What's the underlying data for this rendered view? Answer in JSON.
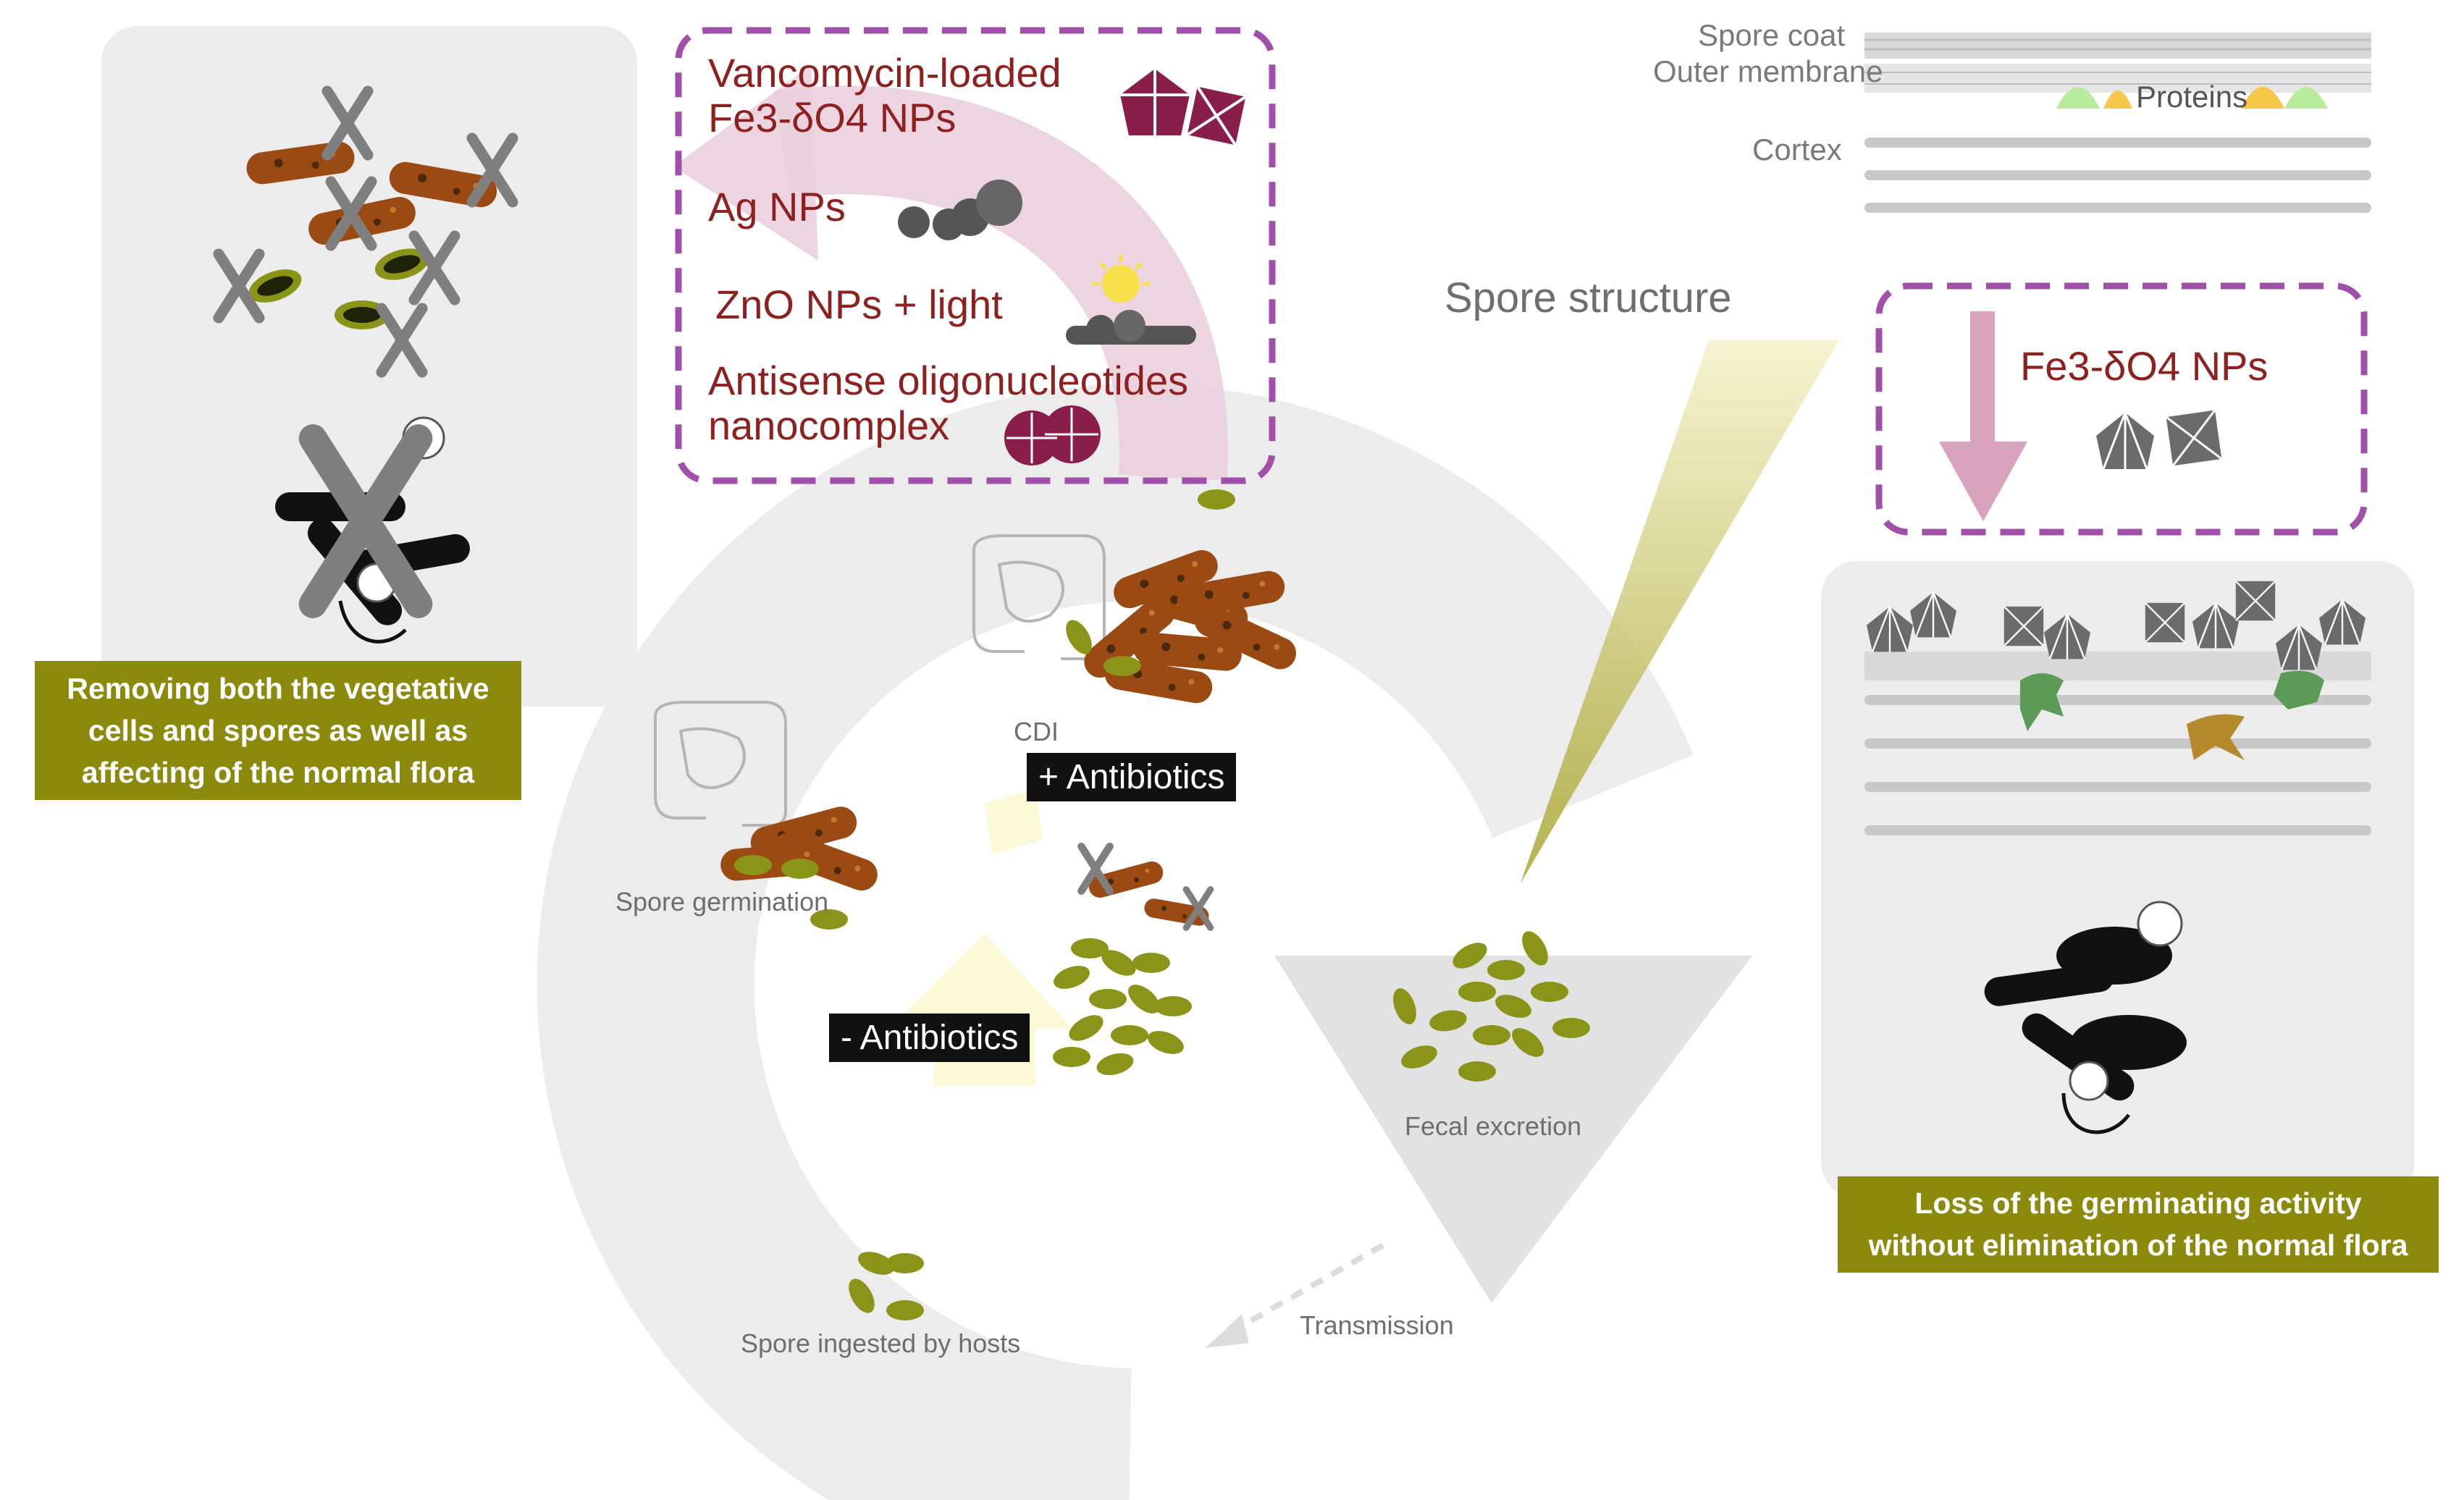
{
  "figure": {
    "treatments": {
      "vancomycin_line1": "Vancomycin-loaded",
      "vancomycin_line2": "Fe3-δO4 NPs",
      "ag": "Ag NPs",
      "zno": "ZnO NPs + light",
      "antisense_line1": "Antisense oligonucleotides",
      "antisense_line2": "nanocomplex"
    },
    "spore_structure": {
      "title": "Spore structure",
      "spore_coat": "Spore coat",
      "outer_membrane": "Outer membrane",
      "proteins": "Proteins",
      "cortex": "Cortex"
    },
    "fe_box": {
      "label": "Fe3-δO4 NPs"
    },
    "cycle": {
      "cdi": "CDI",
      "plus_antibiotics": "+ Antibiotics",
      "minus_antibiotics": "- Antibiotics",
      "spore_germination": "Spore germination",
      "fecal_excretion": "Fecal excretion",
      "transmission": "Transmission",
      "spore_ingested": "Spore ingested by hosts"
    },
    "left_caption": {
      "line1": "Removing both the vegetative",
      "line2": "cells and spores as well as",
      "line3": "affecting of the normal flora"
    },
    "right_caption": {
      "line1": "Loss of the germinating activity",
      "line2": "without elimination of the normal flora"
    },
    "colors": {
      "olive": "#8c8a0c",
      "dark_red": "#8e2020",
      "purple_dash": "#a050a8",
      "pink_arrow": "#d9a3bd",
      "brown_bacteria": "#9c4a14",
      "spore_green": "#8a9418",
      "panel_grey": "#ececec"
    },
    "icons": [
      "cross-mark-icon",
      "octahedron-icon",
      "sun-icon",
      "nanoparticle-icon",
      "intestine-icon",
      "bacteria-icon",
      "spore-icon"
    ]
  }
}
